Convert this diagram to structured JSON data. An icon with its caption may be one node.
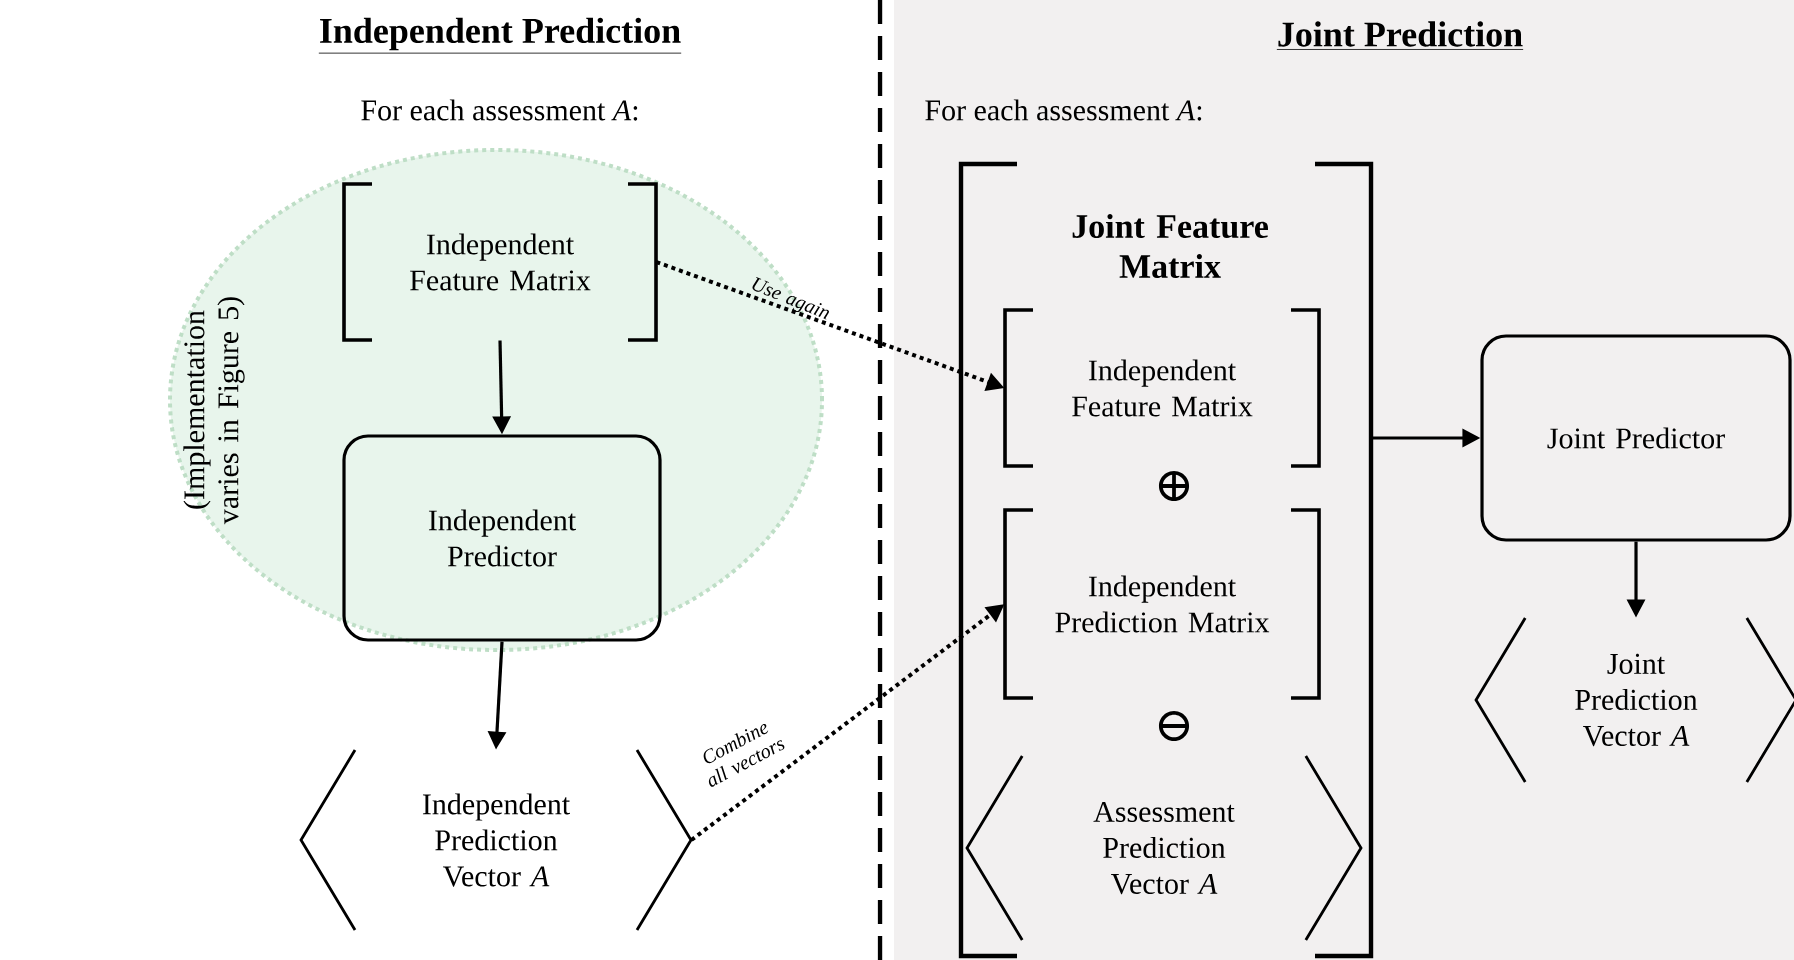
{
  "diagram": {
    "nodes": [
      {
        "text": [
          "(Implementation varies in Figure 5)"
        ]
      },
      {
        "text": [
          "Independent Feature Matrix"
        ],
        "in": 0
      },
      {
        "text": [
          "Independent Predictor"
        ],
        "in": 0
      },
      {
        "text": [
          "Independent Prediction Vector *A*"
        ]
      },
      {
        "text": [
          "Joint Feature Matrix"
        ]
      },
      {
        "text": [
          "Independent Feature Matrix"
        ],
        "in": 4
      },
      {
        "text": [
          "Independent Prediction Matrix"
        ],
        "in": 4
      },
      {
        "text": [
          "Assessment Prediction Vector *A*"
        ],
        "in": 4
      },
      {
        "text": [
          "Joint Predictor"
        ]
      },
      {
        "text": [
          "Joint Prediction Vector *A*"
        ]
      }
    ],
    "edges": [
      {
        "from": 1,
        "to": 2,
        "arrow": "to"
      },
      {
        "from": 2,
        "to": 3,
        "arrow": "to"
      },
      {
        "from": 1,
        "to": 5,
        "arrow": "to",
        "label": "Use again",
        "style": "dashed"
      },
      {
        "from": 3,
        "to": 6,
        "arrow": "to",
        "label": "Combine all vectors",
        "style": "dashed"
      },
      {
        "from": 4,
        "to": 8,
        "arrow": "to"
      },
      {
        "from": 8,
        "to": 9,
        "arrow": "to"
      }
    ],
    "labels": [
      "Independent Prediction",
      "For each assessment *A*:",
      "Joint Prediction",
      "For each assessment *A*:",
      "⊕",
      "⊖"
    ]
  }
}
